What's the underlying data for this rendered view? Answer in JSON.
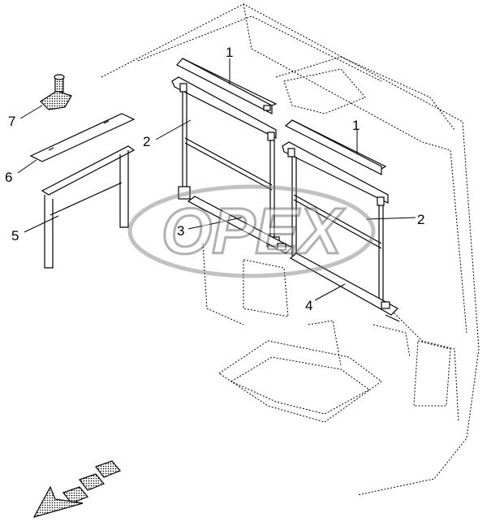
{
  "diagram": {
    "watermark": "OPEX",
    "callouts": [
      {
        "id": "c1a",
        "label": "1"
      },
      {
        "id": "c1b",
        "label": "1"
      },
      {
        "id": "c2a",
        "label": "2"
      },
      {
        "id": "c2b",
        "label": "2"
      },
      {
        "id": "c3",
        "label": "3"
      },
      {
        "id": "c4",
        "label": "4"
      },
      {
        "id": "c5",
        "label": "5"
      },
      {
        "id": "c6",
        "label": "6"
      },
      {
        "id": "c7",
        "label": "7"
      }
    ],
    "direction_arrow_icon": "view-direction-arrow-icon",
    "colors": {
      "line": "#000000",
      "watermark": "#b3b3b3",
      "background": "#ffffff"
    }
  }
}
